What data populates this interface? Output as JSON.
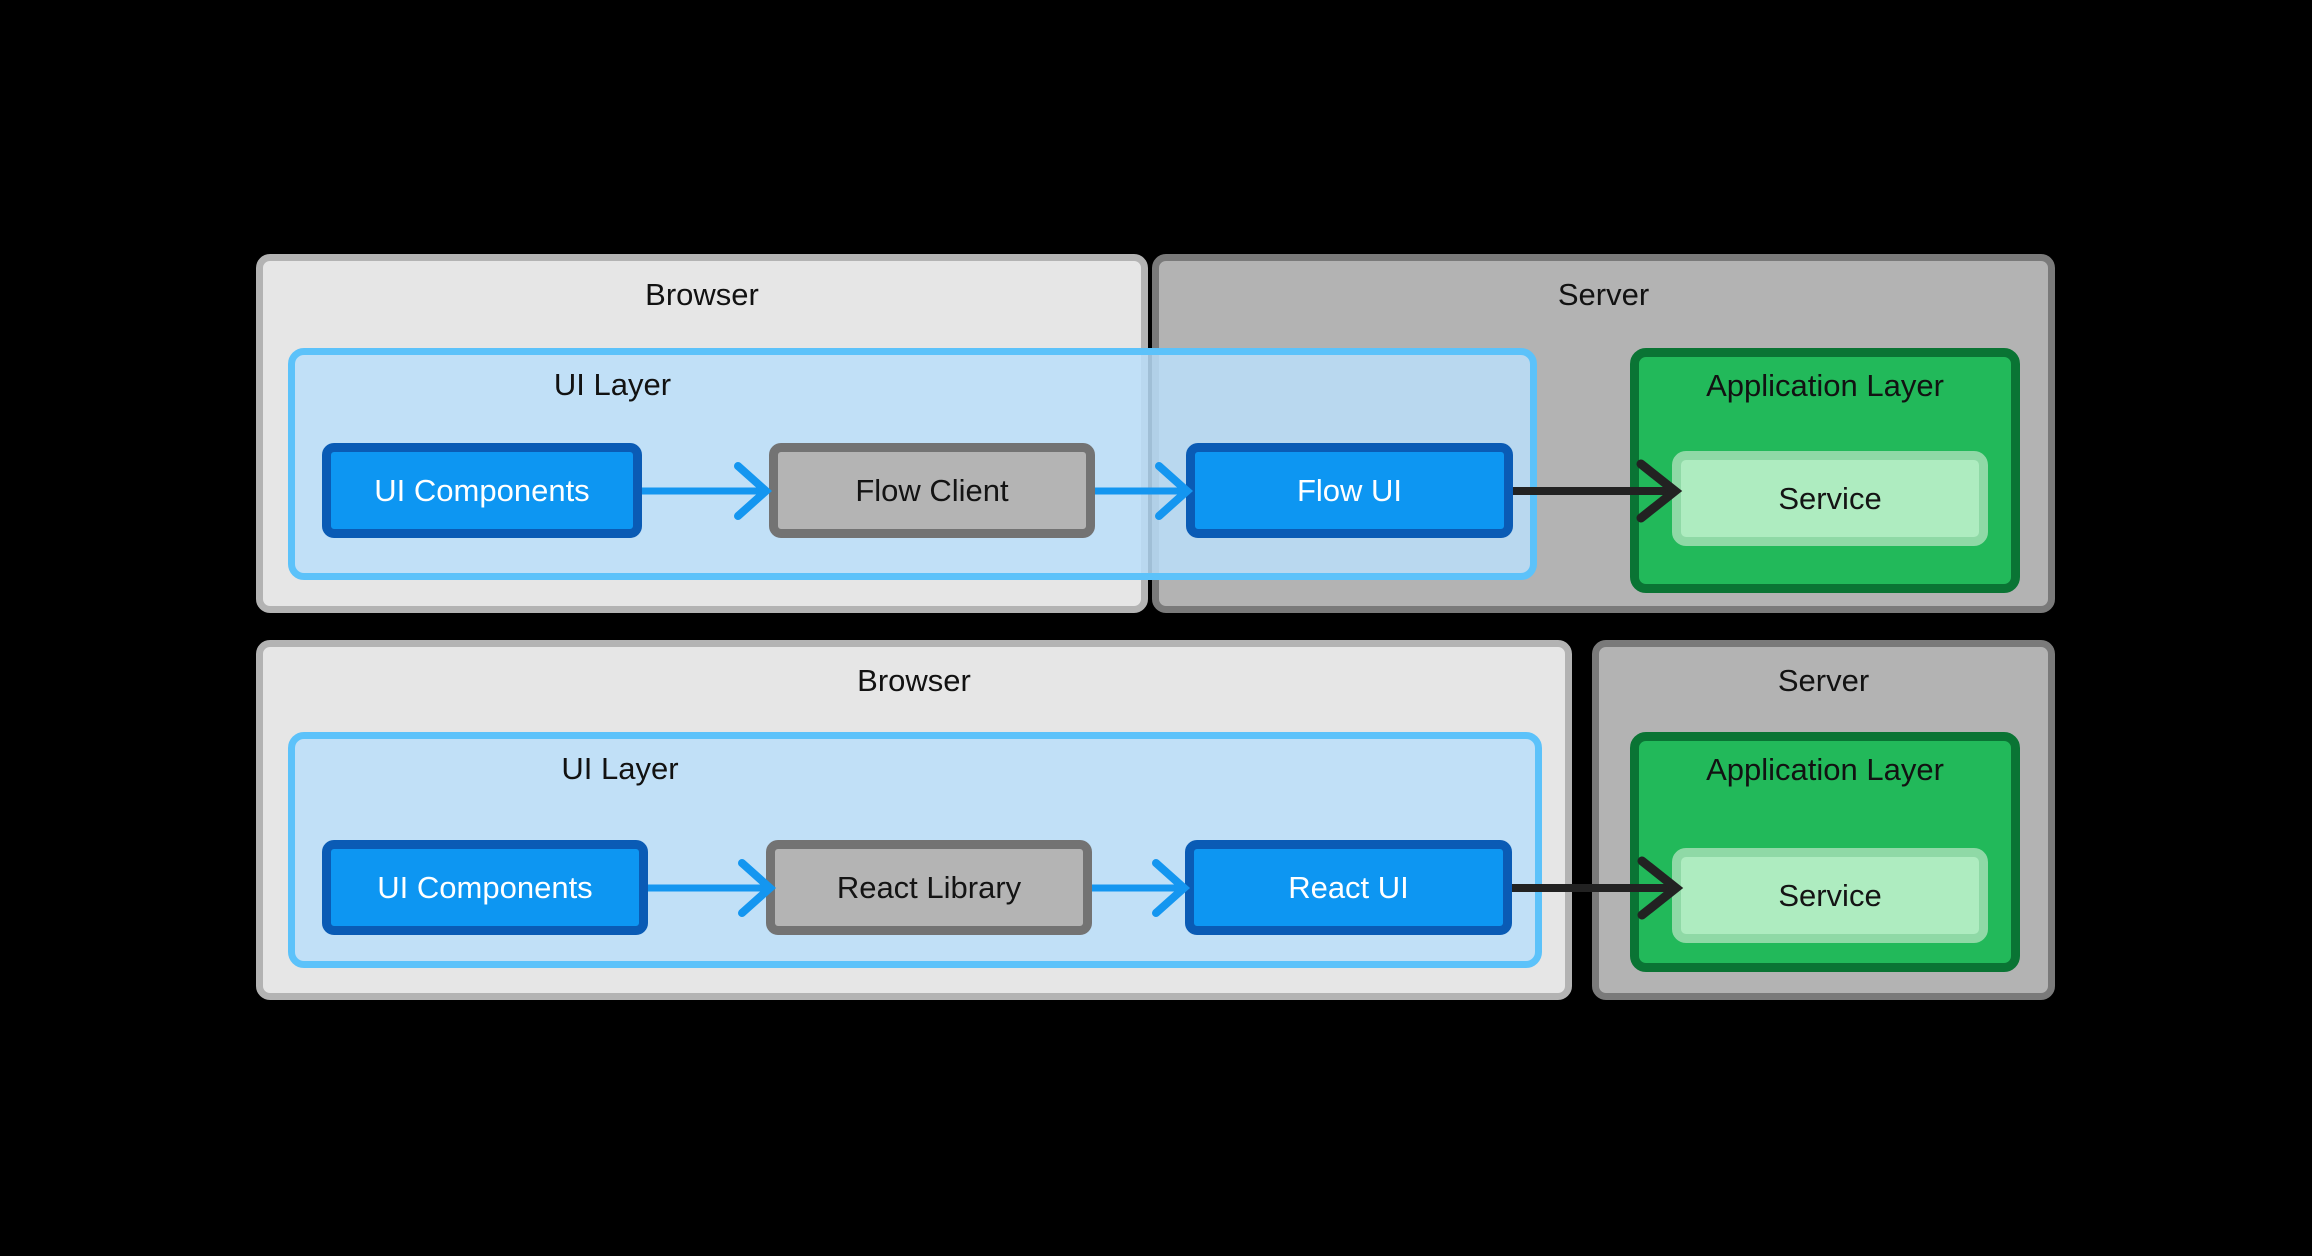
{
  "diagram": {
    "title_text_color": "#121212",
    "colors": {
      "background": "#000000",
      "browser_fill": "#E6E6E6",
      "browser_border": "#B3B3B3",
      "server_fill": "#B3B3B3",
      "server_border": "#7A7A7A",
      "ui_layer_fill": "#BADEF9",
      "ui_layer_border": "#5CC2FA",
      "app_layer_fill": "#22B95A",
      "app_layer_border": "#0A7434",
      "node_blue_fill": "#0D96F2",
      "node_blue_border": "#0A5BB5",
      "node_grey_fill": "#B4B4B4",
      "node_grey_border": "#737373",
      "node_lightgreen_fill": "#AEECC0",
      "node_lightgreen_border": "#8FD9A6",
      "arrow_blue": "#1496F0",
      "arrow_black": "#222222"
    },
    "rows": [
      {
        "id": "flow-row",
        "browser": {
          "label": "Browser"
        },
        "server": {
          "label": "Server"
        },
        "ui_layer": {
          "label": "UI Layer"
        },
        "app_layer": {
          "label": "Application Layer"
        },
        "nodes": {
          "ui_components": "UI Components",
          "middle": "Flow Client",
          "server_ui": "Flow UI",
          "service": "Service"
        }
      },
      {
        "id": "react-row",
        "browser": {
          "label": "Browser"
        },
        "server": {
          "label": "Server"
        },
        "ui_layer": {
          "label": "UI Layer"
        },
        "app_layer": {
          "label": "Application Layer"
        },
        "nodes": {
          "ui_components": "UI Components",
          "middle": "React Library",
          "server_ui": "React UI",
          "service": "Service"
        }
      }
    ]
  }
}
